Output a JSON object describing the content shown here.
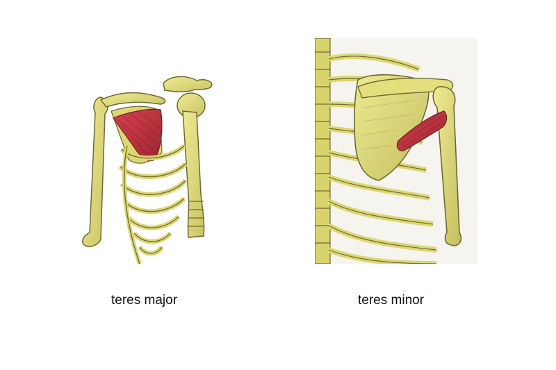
{
  "figures": [
    {
      "caption": "teres major",
      "illustration": "anterior-ribcage-shoulder",
      "muscle_highlighted": true
    },
    {
      "caption": "teres minor",
      "illustration": "posterior-scapula-shoulder",
      "muscle_highlighted": true
    }
  ],
  "colors": {
    "bone": "#e6e27e",
    "bone_shadow": "#b9b35a",
    "bone_outline": "#6d6a32",
    "muscle": "#c9333e",
    "muscle_dark": "#8e1d27",
    "background": "#ffffff"
  }
}
